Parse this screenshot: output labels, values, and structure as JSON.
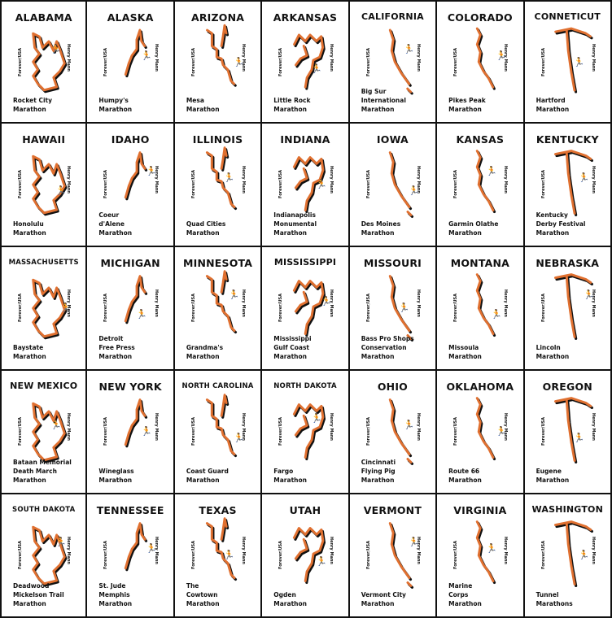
{
  "cards": [
    {
      "state": "ALABAMA",
      "name": "Rocket City\n        Marathon",
      "left": "Forever/USA",
      "right": "Henry Mann"
    },
    {
      "state": "ALASKA",
      "name": "Humpy's\n        Marathon",
      "left": "Forever/USA",
      "right": "Henry Mann"
    },
    {
      "state": "ARIZONA",
      "name": "Mesa\n        Marathon",
      "left": "Forever/USA",
      "right": "Henry Mann"
    },
    {
      "state": "ARKANSAS",
      "name": "Little Rock\n        Marathon",
      "left": "Forever/USA",
      "right": "Henry Mann"
    },
    {
      "state": "CALIFORNIA",
      "name": "Big Sur\n  International\n        Marathon",
      "left": "Forever/USA",
      "right": "Henry Mann"
    },
    {
      "state": "COLORADO",
      "name": "Pikes Peak\n        Marathon",
      "left": "Forever/USA",
      "right": "Henry Mann"
    },
    {
      "state": "CONNETICUT",
      "name": "Hartford\n        Marathon",
      "left": "Forever/USA",
      "right": "Henry Mann"
    },
    {
      "state": "HAWAII",
      "name": "Honolulu\n        Marathon",
      "left": "Forever/USA",
      "right": "Henry Mann"
    },
    {
      "state": "IDAHO",
      "name": "Coeur\n  d'Alene\n        Marathon",
      "left": "Forever/USA",
      "right": "Henry Mann"
    },
    {
      "state": "ILLINOIS",
      "name": "Quad Cities\n        Marathon",
      "left": "Forever/USA",
      "right": "Henry Mann"
    },
    {
      "state": "INDIANA",
      "name": "Indianapolis\n  Monumental\n        Marathon",
      "left": "Forever/USA",
      "right": "Henry Mann"
    },
    {
      "state": "IOWA",
      "name": "Des Moines\n        Marathon",
      "left": "Forever/USA",
      "right": "Henry Mann"
    },
    {
      "state": "KANSAS",
      "name": "Garmin Olathe\n        Marathon",
      "left": "Forever/USA",
      "right": "Henry Mann"
    },
    {
      "state": "KENTUCKY",
      "name": "Kentucky\n  Derby Festival\n        Marathon",
      "left": "Forever/USA",
      "right": "Henry Mann"
    },
    {
      "state": "MASSACHUSETTS",
      "name": "Baystate\n        Marathon",
      "left": "Forever/USA",
      "right": "Henry Mann"
    },
    {
      "state": "MICHIGAN",
      "name": "Detroit\n  Free Press\n        Marathon",
      "left": "Forever/USA",
      "right": "Henry Mann"
    },
    {
      "state": "MINNESOTA",
      "name": "Grandma's\n        Marathon",
      "left": "Forever/USA",
      "right": "Henry Mann"
    },
    {
      "state": "MISSISSIPPI",
      "name": "Mississippi\n  Gulf Coast\n        Marathon",
      "left": "Forever/USA",
      "right": "Henry Mann"
    },
    {
      "state": "MISSOURI",
      "name": "Bass Pro Shops\n  Conservation\n        Marathon",
      "left": "Forever/USA",
      "right": "Henry Mann"
    },
    {
      "state": "MONTANA",
      "name": "Missoula\n        Marathon",
      "left": "Forever/USA",
      "right": "Henry Mann"
    },
    {
      "state": "NEBRASKA",
      "name": "Lincoln\n        Marathon",
      "left": "Forever/USA",
      "right": "Henry Mann"
    },
    {
      "state": "NEW MEXICO",
      "name": "Bataan Memorial\n  Death March\n        Marathon",
      "left": "Forever/USA",
      "right": "Henry Mann"
    },
    {
      "state": "NEW YORK",
      "name": "Wineglass\n        Marathon",
      "left": "Forever/USA",
      "right": "Henry Mann"
    },
    {
      "state": "NORTH CAROLINA",
      "name": "Coast Guard\n        Marathon",
      "left": "Forever/USA",
      "right": "Henry Mann"
    },
    {
      "state": "NORTH DAKOTA",
      "name": "Fargo\n        Marathon",
      "left": "Forever/USA",
      "right": "Henry Mann"
    },
    {
      "state": "OHIO",
      "name": "Cincinnati\n  Flying Pig\n        Marathon",
      "left": "Forever/USA",
      "right": "Henry Mann"
    },
    {
      "state": "OKLAHOMA",
      "name": "Route 66\n        Marathon",
      "left": "Forever/USA",
      "right": "Henry Mann"
    },
    {
      "state": "OREGON",
      "name": "Eugene\n        Marathon",
      "left": "Forever/USA",
      "right": "Henry Mann"
    },
    {
      "state": "SOUTH DAKOTA",
      "name": "Deadwood\n  Mickelson Trail\n        Marathon",
      "left": "Forever/USA",
      "right": "Henry Mann"
    },
    {
      "state": "TENNESSEE",
      "name": "St. Jude\n  Memphis\n        Marathon",
      "left": "Forever/USA",
      "right": "Henry Mann"
    },
    {
      "state": "TEXAS",
      "name": "The\n  Cowtown\n        Marathon",
      "left": "Forever/USA",
      "right": "Henry Mann"
    },
    {
      "state": "UTAH",
      "name": "Ogden\n        Marathon",
      "left": "Forever/USA",
      "right": "Henry Mann"
    },
    {
      "state": "VERMONT",
      "name": "Vermont City\n        Marathon",
      "left": "Forever/USA",
      "right": "Henry Mann"
    },
    {
      "state": "VIRGINIA",
      "name": "Marine\n  Corps\n        Marathon",
      "left": "Forever/USA",
      "right": "Henry Mann"
    },
    {
      "state": "WASHINGTON",
      "name": "Tunnel\n  Marathons",
      "left": "Forever/USA",
      "right": "Henry Mann"
    }
  ],
  "colors": {
    "route": "#e07030",
    "shadow": "#111111",
    "border": "#111111"
  }
}
